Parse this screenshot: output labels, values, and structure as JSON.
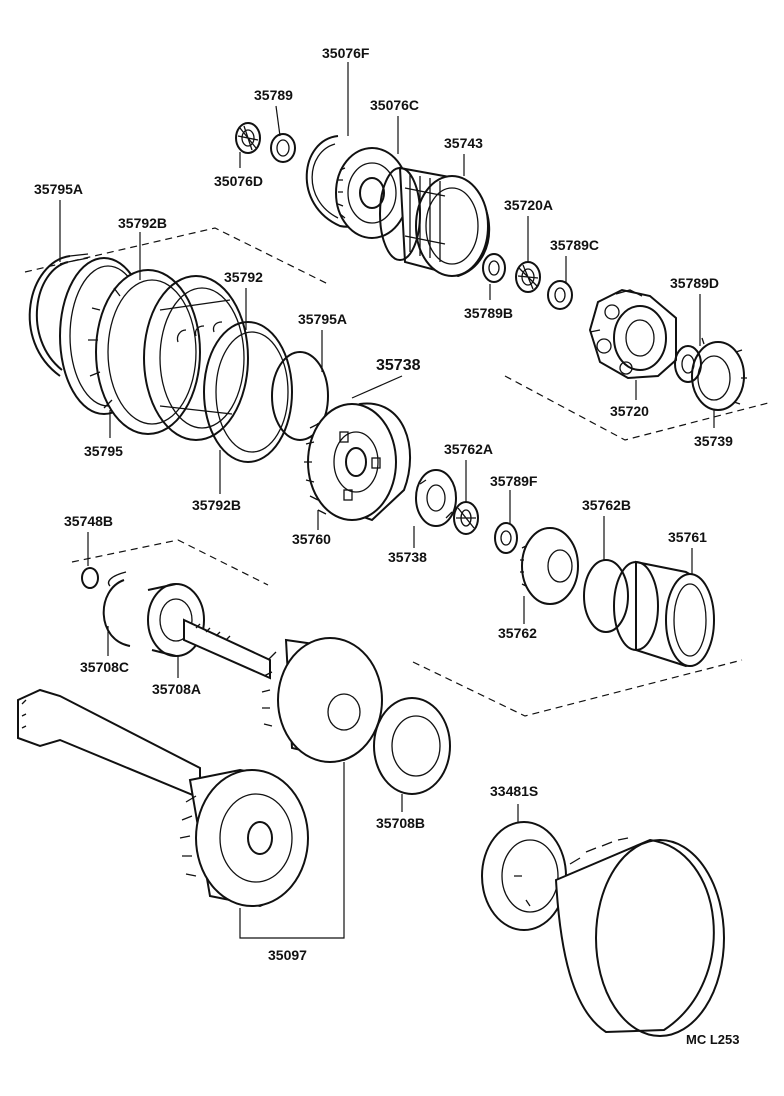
{
  "diagram": {
    "labels": {
      "p35076F": "35076F",
      "p35789_top": "35789",
      "p35076C": "35076C",
      "p35743": "35743",
      "p35076D": "35076D",
      "p35795A_left": "35795A",
      "p35792B_top": "35792B",
      "p35720A": "35720A",
      "p35789C": "35789C",
      "p35792": "35792",
      "p35789B": "35789B",
      "p35789D": "35789D",
      "p35795A_mid": "35795A",
      "p35738_main": "35738",
      "p35720": "35720",
      "p35795": "35795",
      "p35739": "35739",
      "p35762A": "35762A",
      "p35792B_bottom": "35792B",
      "p35789F": "35789F",
      "p35748B": "35748B",
      "p35762B": "35762B",
      "p35761": "35761",
      "p35760": "35760",
      "p35738_lower": "35738",
      "p35762": "35762",
      "p35708C": "35708C",
      "p35708A": "35708A",
      "p33481S": "33481S",
      "p35708B": "35708B",
      "p35097": "35097"
    },
    "figure_code": "MC L253"
  }
}
